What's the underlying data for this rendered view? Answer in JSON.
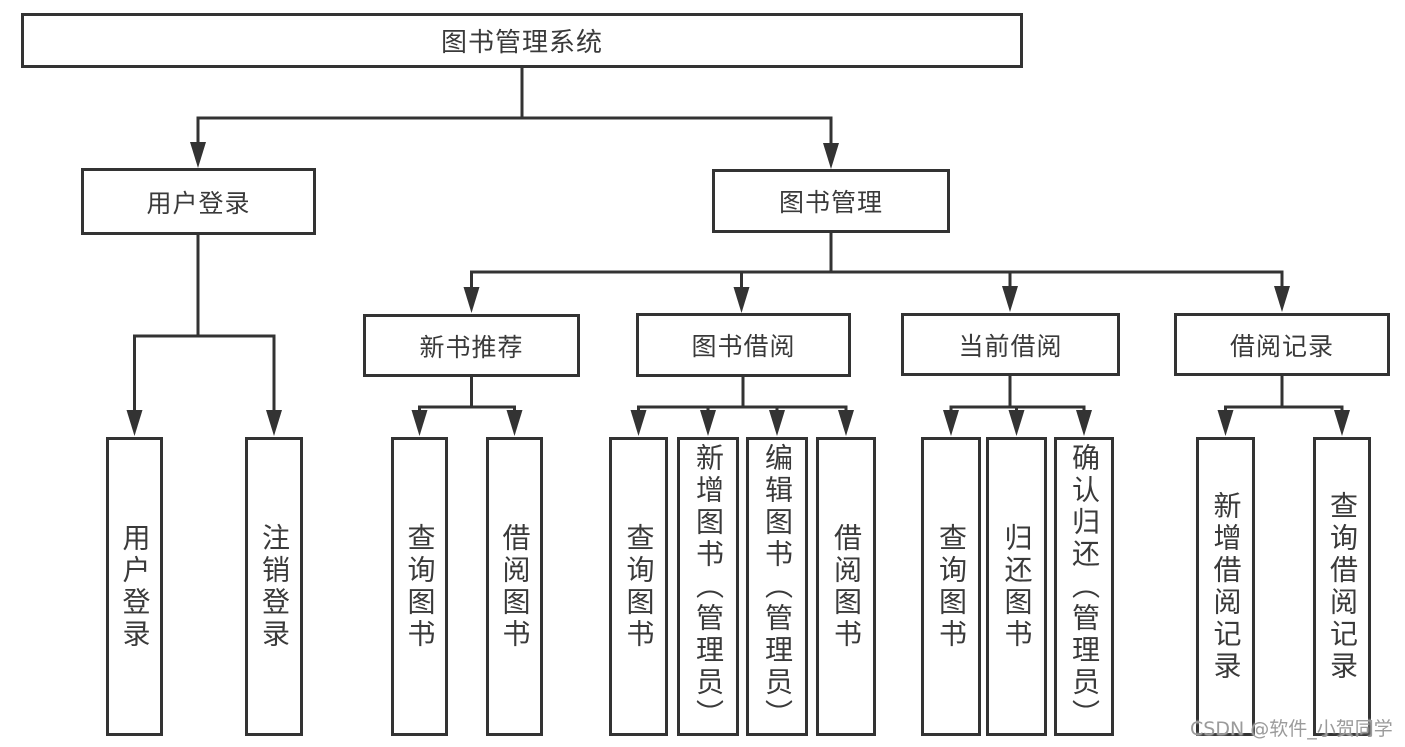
{
  "diagram": {
    "type": "tree-diagram",
    "colors": {
      "line": "#333333",
      "box_border": "#333333",
      "box_background": "#ffffff",
      "text": "#3a3a3a",
      "watermark": "#9b9b9b",
      "background": "#ffffff"
    },
    "nodes": {
      "root": "图书管理系统",
      "user_login": "用户登录",
      "book_mgmt": "图书管理",
      "new_books": "新书推荐",
      "book_borrow": "图书借阅",
      "current_borrow": "当前借阅",
      "borrow_records": "借阅记录",
      "leaf_user_login": "用户登录",
      "leaf_logout": "注销登录",
      "leaf_nb_query": "查询图书",
      "leaf_nb_borrow": "借阅图书",
      "leaf_bb_query": "查询图书",
      "leaf_bb_add": "新增图书（管理员）",
      "leaf_bb_edit": "编辑图书（管理员）",
      "leaf_bb_borrow": "借阅图书",
      "leaf_cb_query": "查询图书",
      "leaf_cb_return": "归还图书",
      "leaf_cb_confirm": "确认归还（管理员）",
      "leaf_br_add": "新增借阅记录",
      "leaf_br_query": "查询借阅记录"
    },
    "hierarchy": {
      "root": "图书管理系统",
      "children": [
        {
          "label": "用户登录",
          "children": [
            "用户登录",
            "注销登录"
          ]
        },
        {
          "label": "图书管理",
          "children": [
            {
              "label": "新书推荐",
              "children": [
                "查询图书",
                "借阅图书"
              ]
            },
            {
              "label": "图书借阅",
              "children": [
                "查询图书",
                "新增图书（管理员）",
                "编辑图书（管理员）",
                "借阅图书"
              ]
            },
            {
              "label": "当前借阅",
              "children": [
                "查询图书",
                "归还图书",
                "确认归还（管理员）"
              ]
            },
            {
              "label": "借阅记录",
              "children": [
                "新增借阅记录",
                "查询借阅记录"
              ]
            }
          ]
        }
      ]
    },
    "watermark": "CSDN @软件_小贺同学"
  }
}
